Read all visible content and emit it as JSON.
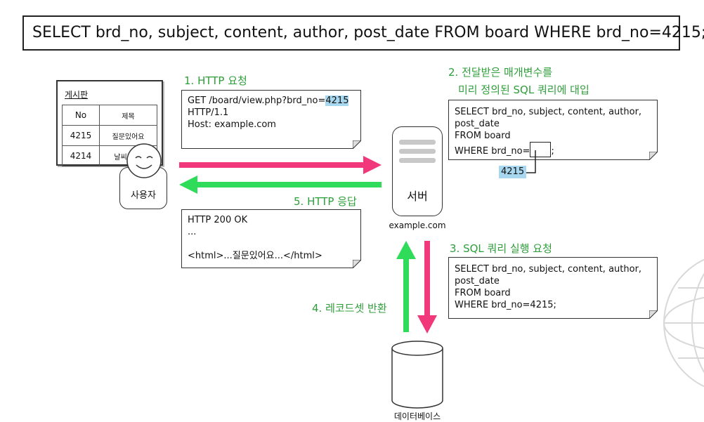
{
  "title_sql": "SELECT brd_no, subject, content, author, post_date FROM board WHERE brd_no=4215;",
  "board": {
    "title": "게시판",
    "header": [
      "No",
      "제목"
    ],
    "rows": [
      [
        "4215",
        "질문있어요"
      ],
      [
        "4214",
        "날씨가 ..."
      ]
    ]
  },
  "user_label": "사용자",
  "step1_label": "1. HTTP 요청",
  "request": {
    "line1_prefix": "GET /board/view.php?brd_no=",
    "line1_value": "4215",
    "line2": "HTTP/1.1",
    "line3": "Host: example.com"
  },
  "step5_label": "5. HTTP 응답",
  "response": {
    "line1": "HTTP 200 OK",
    "line2": "...",
    "line3": "<html>...질문있어요...</html>"
  },
  "step2_label_line1": "2. 전달받은 매개변수를",
  "step2_label_line2": "미리 정의된 SQL 쿼리에 대입",
  "template_sql": {
    "line1": "SELECT brd_no, subject, content, author,",
    "line2": "post_date",
    "line3": "FROM board",
    "line4_prefix": "WHERE brd_no=",
    "line4_suffix": ";"
  },
  "param_value": "4215",
  "server_label": "서버",
  "server_host": "example.com",
  "step3_label": "3. SQL 쿼리 실행 요청",
  "exec_sql": {
    "line1": "SELECT brd_no, subject, content, author,",
    "line2": "post_date",
    "line3": "FROM board",
    "line4": "WHERE brd_no=4215;"
  },
  "step4_label": "4. 레코드셋 반환",
  "db_label": "데이터베이스",
  "colors": {
    "pink": "#f0387a",
    "green": "#2edc5a",
    "label_green": "#2e9e3a",
    "highlight": "#a8d8f0"
  }
}
